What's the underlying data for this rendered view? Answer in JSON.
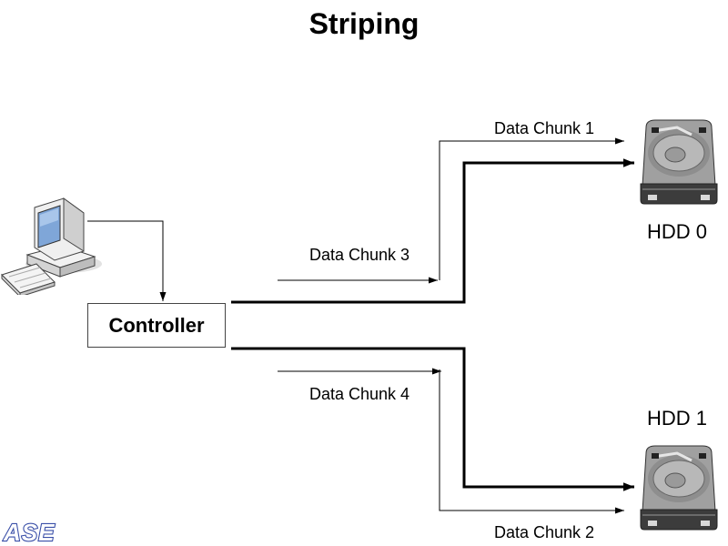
{
  "title": "Striping",
  "controller": {
    "label": "Controller"
  },
  "disks": [
    {
      "label": "HDD 0"
    },
    {
      "label": "HDD 1"
    }
  ],
  "chunks": [
    {
      "label": "Data Chunk 1"
    },
    {
      "label": "Data Chunk 2"
    },
    {
      "label": "Data Chunk 3"
    },
    {
      "label": "Data Chunk 4"
    }
  ],
  "logo": {
    "text": "ASE"
  },
  "icons": {
    "computer": "computer-icon",
    "hdd": "hard-drive-icon"
  },
  "colors": {
    "line": "#000000",
    "disk_body": "#9a9a9a",
    "disk_dark": "#3c3c3c",
    "logo": "#3a4fa8",
    "monitor_screen": "#7fa6d8"
  }
}
